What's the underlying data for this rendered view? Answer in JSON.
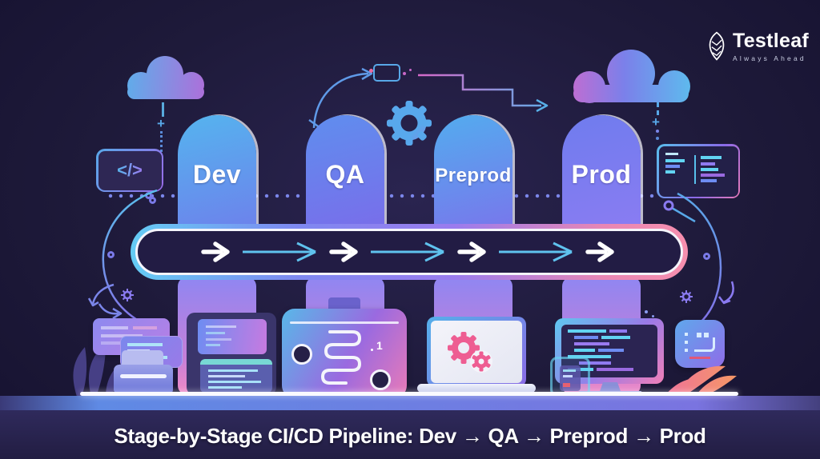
{
  "brand": {
    "name": "Testleaf",
    "tagline": "Always Ahead"
  },
  "stages": [
    {
      "label": "Dev"
    },
    {
      "label": "QA"
    },
    {
      "label": "Preprod"
    },
    {
      "label": "Prod"
    }
  ],
  "caption": "Stage-by-Stage CI/CD Pipeline: Dev → QA → Preprod → Prod",
  "glyphs": {
    "code": "</>",
    "plus": "+",
    "qa_mark": "1"
  },
  "colors": {
    "background": "#1e1a3a",
    "floor": "#2a2552",
    "pillar_blue": "#55b4ee",
    "pillar_purple": "#8b7cf2",
    "band_cyan": "#64ccf4",
    "band_pink": "#f78fae",
    "band_interior": "#221c44",
    "accent_cyan": "#5fc2ee",
    "accent_purple": "#8a7af0",
    "accent_pink": "#ee5d92",
    "text_white": "#ffffff"
  }
}
